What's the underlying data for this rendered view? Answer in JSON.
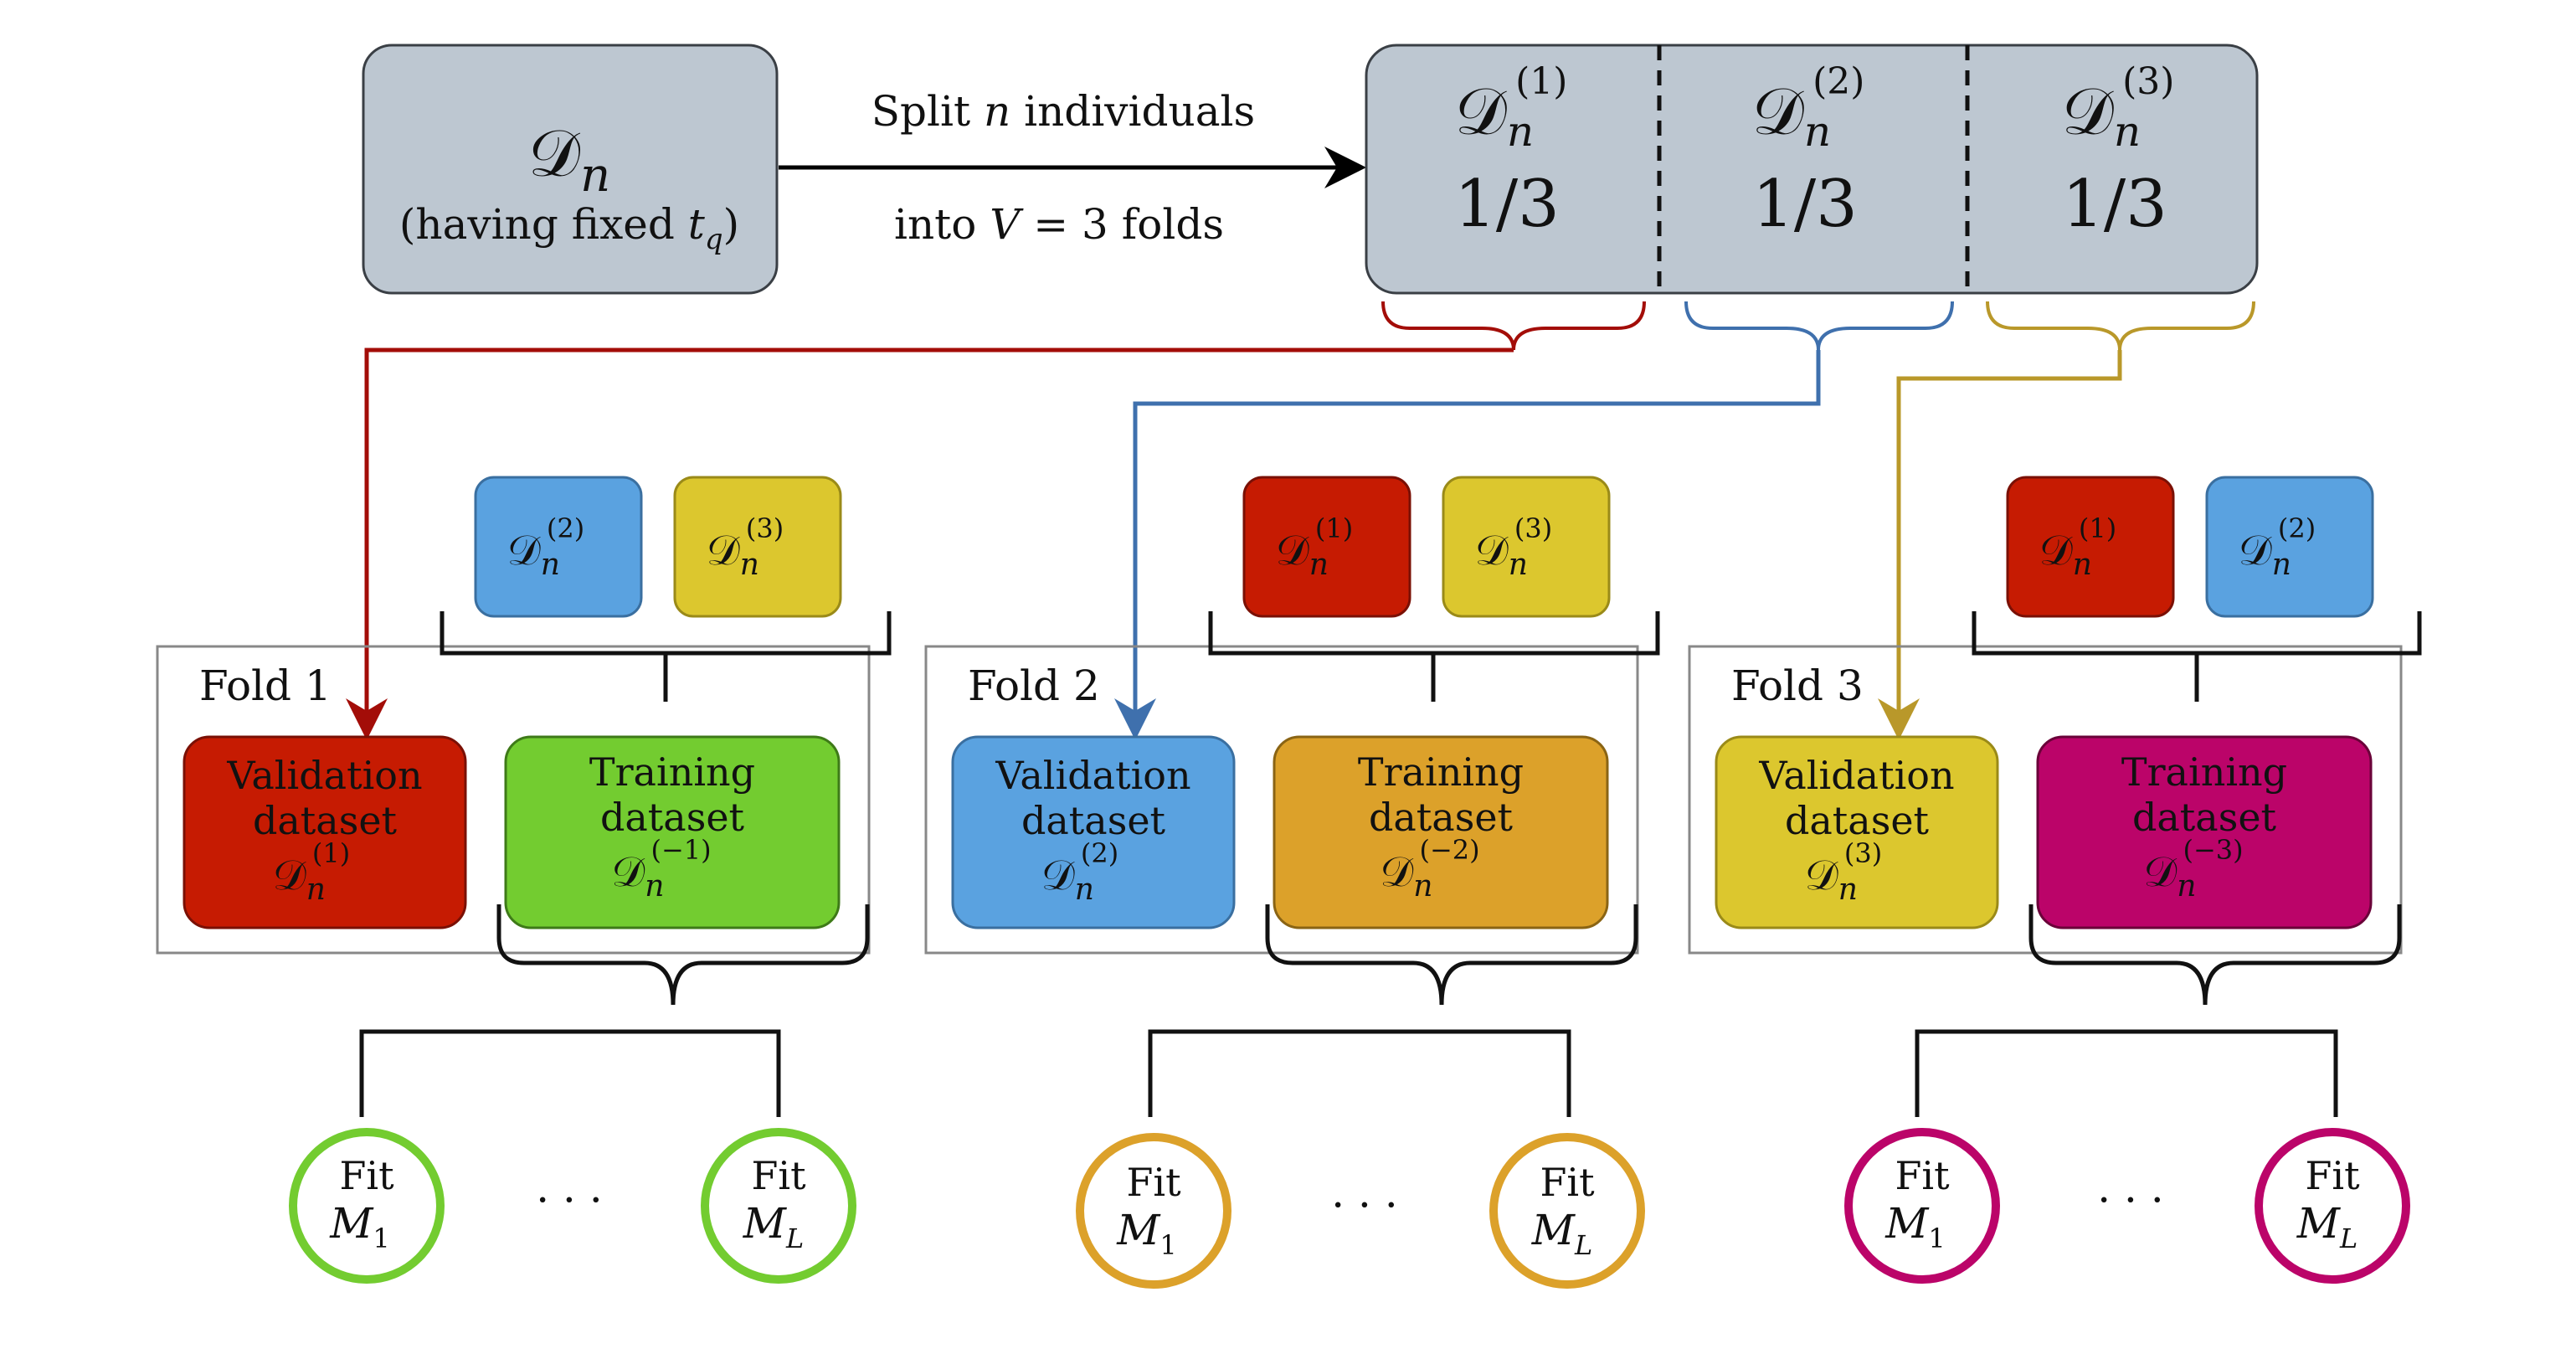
{
  "source": {
    "symbol": "𝒟",
    "sub": "n",
    "caption_prefix": "(having fixed ",
    "caption_var": "t",
    "caption_sub": "q",
    "caption_suffix": ")"
  },
  "split_arrow": {
    "line1_prefix": "Split ",
    "line1_var": "n",
    "line1_suffix": " individuals",
    "line2_prefix": "into ",
    "line2_expr": "V",
    "line2_suffix": " = 3 folds"
  },
  "partitions": [
    {
      "symbol": "𝒟",
      "sub": "n",
      "sup": "(1)",
      "fraction": "1/3"
    },
    {
      "symbol": "𝒟",
      "sub": "n",
      "sup": "(2)",
      "fraction": "1/3"
    },
    {
      "symbol": "𝒟",
      "sub": "n",
      "sup": "(3)",
      "fraction": "1/3"
    }
  ],
  "colors": {
    "fold1_validation": "#c61b02",
    "fold1_training": "#73cc30",
    "fold2_validation": "#5aa2e0",
    "fold2_training": "#dca12a",
    "fold3_validation": "#dcc72e",
    "fold3_training": "#bb0469",
    "arrow1": "#a30d08",
    "arrow2": "#3f70ad",
    "arrow3": "#b9982a",
    "panel_gray": "#bdc7d1"
  },
  "folds": [
    {
      "label": "Fold 1",
      "inputs": [
        {
          "sup": "(2)"
        },
        {
          "sup": "(3)"
        }
      ],
      "validation": {
        "line1": "Validation",
        "line2": "dataset",
        "sup": "(1)"
      },
      "training": {
        "line1": "Training",
        "line2": "dataset",
        "sup": "(−1)"
      },
      "fits": [
        {
          "word": "Fit",
          "model": "M",
          "sub": "1"
        },
        {
          "word": "Fit",
          "model": "M",
          "sub": "L"
        }
      ],
      "ellipsis": "· · ·"
    },
    {
      "label": "Fold 2",
      "inputs": [
        {
          "sup": "(1)"
        },
        {
          "sup": "(3)"
        }
      ],
      "validation": {
        "line1": "Validation",
        "line2": "dataset",
        "sup": "(2)"
      },
      "training": {
        "line1": "Training",
        "line2": "dataset",
        "sup": "(−2)"
      },
      "fits": [
        {
          "word": "Fit",
          "model": "M",
          "sub": "1"
        },
        {
          "word": "Fit",
          "model": "M",
          "sub": "L"
        }
      ],
      "ellipsis": "· · ·"
    },
    {
      "label": "Fold 3",
      "inputs": [
        {
          "sup": "(1)"
        },
        {
          "sup": "(2)"
        }
      ],
      "validation": {
        "line1": "Validation",
        "line2": "dataset",
        "sup": "(3)"
      },
      "training": {
        "line1": "Training",
        "line2": "dataset",
        "sup": "(−3)"
      },
      "fits": [
        {
          "word": "Fit",
          "model": "M",
          "sub": "1"
        },
        {
          "word": "Fit",
          "model": "M",
          "sub": "L"
        }
      ],
      "ellipsis": "· · ·"
    }
  ]
}
